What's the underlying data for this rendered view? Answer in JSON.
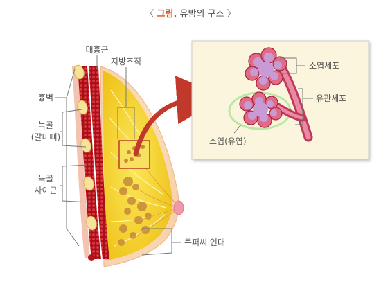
{
  "title": {
    "open_bracket": "〈",
    "highlight": "그림.",
    "text": " 유방의 구조",
    "close_bracket": "〉",
    "highlight_color": "#d2521e"
  },
  "labels": {
    "chest_wall": "흉벽",
    "pectoral_muscle": "대흉근",
    "fat_tissue": "지방조직",
    "ribs_line1": "늑골",
    "ribs_line2": "(갈비뼈)",
    "intercostal_line1": "늑골",
    "intercostal_line2": "사이근",
    "cooper_ligament": "쿠퍼씨 인대"
  },
  "inset_labels": {
    "lobule_cells": "소엽세포",
    "duct_cells": "유관세포",
    "lobule": "소엽(유엽)"
  },
  "colors": {
    "muscle": "#b5121b",
    "fat": "#f5d11f",
    "lobule": "#c79bd6",
    "inset_bg": "#faf5dc",
    "arrow": "#c0392b"
  }
}
